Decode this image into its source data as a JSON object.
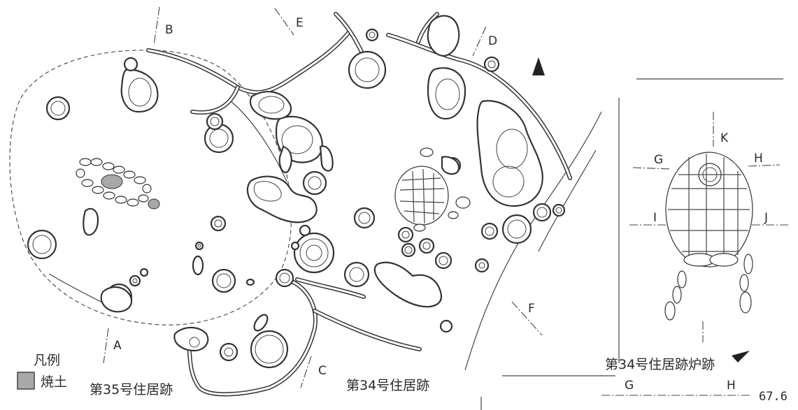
{
  "labels": {
    "B": "B",
    "E": "E",
    "D": "D",
    "A": "A",
    "C": "C",
    "F": "F",
    "K": "K",
    "G": "G",
    "H": "H",
    "I": "I",
    "J": "J",
    "G2": "G",
    "H2": "H"
  },
  "captions": {
    "house35": "第35号住居跡",
    "house34": "第34号住居跡",
    "hearth34": "第34号住居跡炉跡"
  },
  "legend": {
    "title": "凡例",
    "item": "焼土",
    "swatch_color": "#a8a8a8"
  },
  "elevation": "67.6",
  "colors": {
    "line": "#333333",
    "burnt_soil": "#a8a8a8"
  }
}
